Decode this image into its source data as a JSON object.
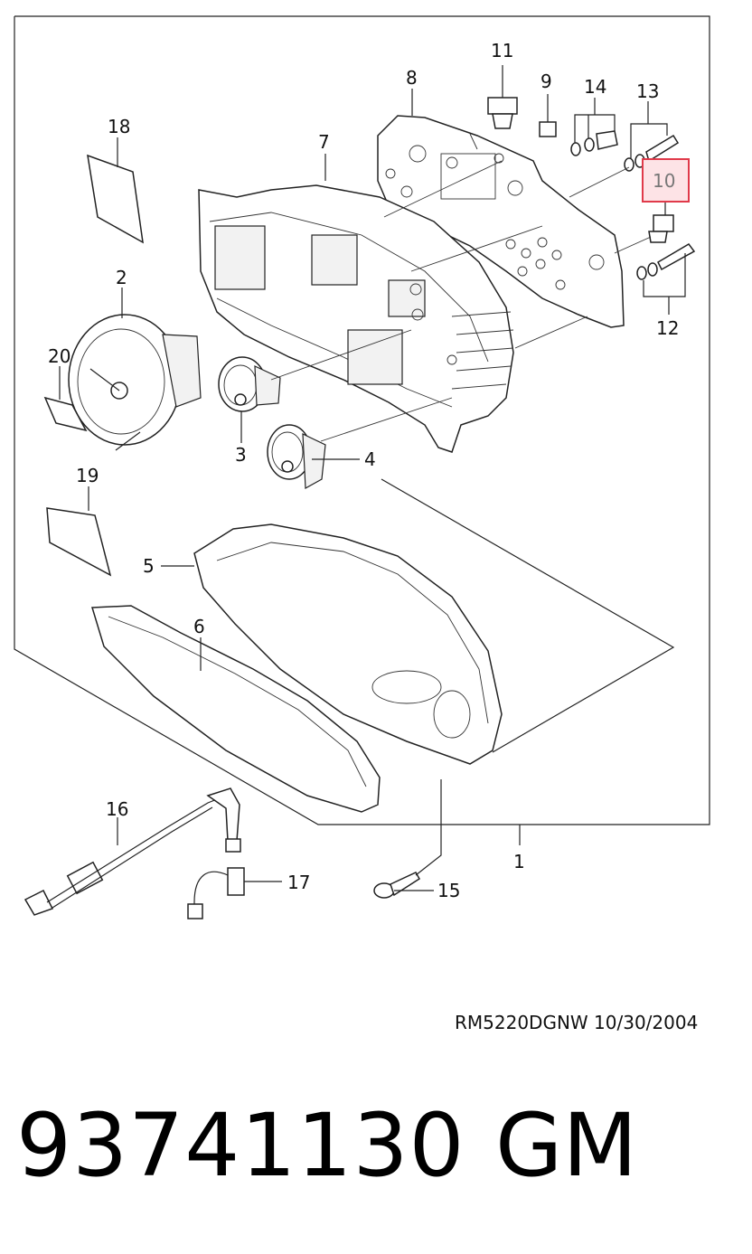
{
  "diagram": {
    "callouts": {
      "c1": "1",
      "c2": "2",
      "c3": "3",
      "c4": "4",
      "c5": "5",
      "c6": "6",
      "c7": "7",
      "c8": "8",
      "c9": "9",
      "c10": "10",
      "c11": "11",
      "c12": "12",
      "c13": "13",
      "c14": "14",
      "c15": "15",
      "c16": "16",
      "c17": "17",
      "c18": "18",
      "c19": "19",
      "c20": "20"
    },
    "highlighted_callout": "10",
    "highlight_color": "#e03a4a",
    "highlight_fill": "#fde3e6"
  },
  "footer": {
    "drawing_id": "RM5220DGNW  10/30/2004",
    "part_number": "93741130",
    "brand": "GM"
  }
}
